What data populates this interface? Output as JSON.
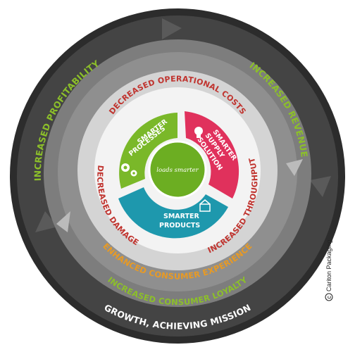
{
  "outer_ring": {
    "left": "INCREASED PROFITABILITY",
    "right": "INCREASED REVENUE",
    "bottom": "GROWTH, ACHIEVING MISSION"
  },
  "middle_ring": {
    "consumer_loyalty": "INCREASED CONSUMER LOYALTY",
    "consumer_experience": "ENHANCED CONSUMER EXPERIENCE"
  },
  "inner_ring": {
    "top": "DECREASED OPERATIONAL COSTS",
    "right": "INCREASED THROUGHPUT",
    "left": "DECREASED DAMAGE"
  },
  "segments": {
    "processes_line1": "SMARTER",
    "processes_line2": "PROCESSES",
    "supply_line1": "SMARTER",
    "supply_line2": "SUPPLY",
    "supply_line3": "SOLUTION",
    "products_line1": "SMARTER",
    "products_line2": "PRODUCTS"
  },
  "center_logo": "loads smarter",
  "copyright": "Cariton Packaging",
  "colors": {
    "outer_ring": "#3d3d3d",
    "mid_ring": "#7c7c7c",
    "inner_ring": "#cfcfcf",
    "green": "#7ab829",
    "pink": "#e0315c",
    "teal": "#1e98ad",
    "red_text": "#c0342f",
    "orange_text": "#e79a25",
    "green_text": "#8cbf2a"
  }
}
